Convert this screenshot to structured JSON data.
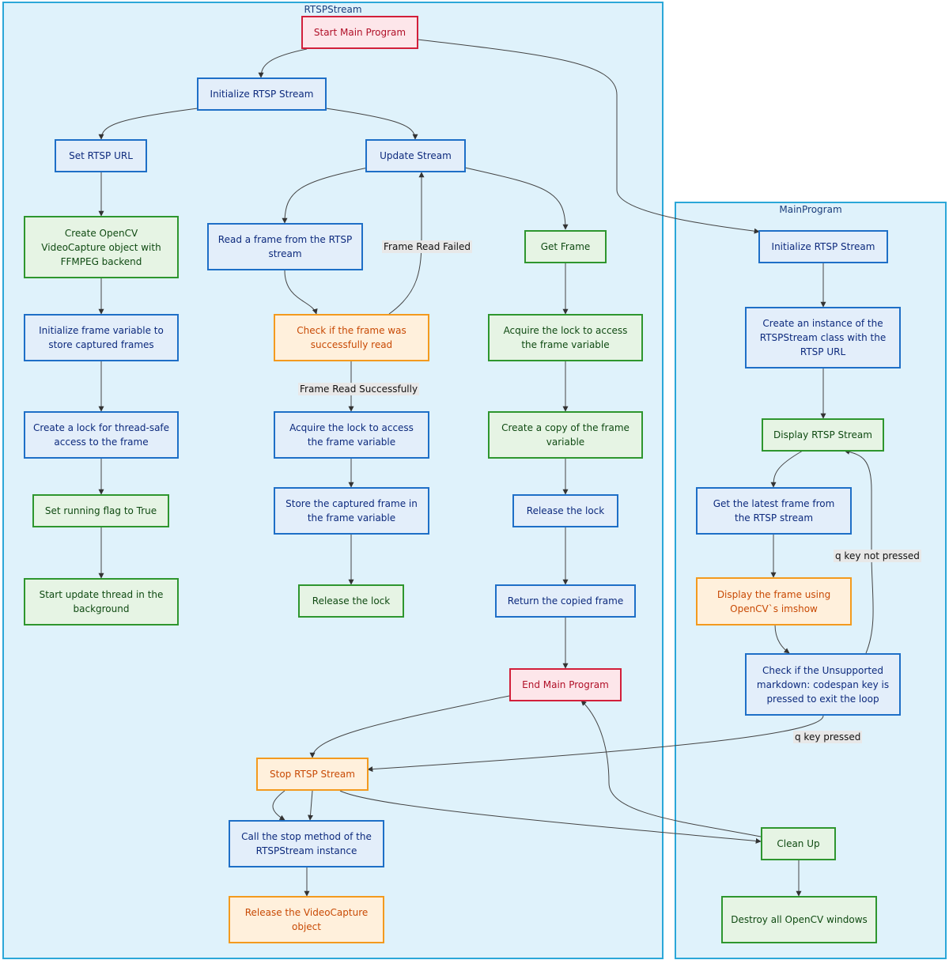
{
  "clusters": {
    "rtsp": "RTSPStream",
    "main": "MainProgram"
  },
  "nodes": {
    "start_main": "Start Main Program",
    "init_rtsp": "Initialize RTSP Stream",
    "set_url": "Set RTSP URL",
    "update_stream": "Update Stream",
    "create_capture": "Create OpenCV VideoCapture object with FFMPEG backend",
    "read_frame": "Read a frame from the RTSP stream",
    "get_frame": "Get Frame",
    "init_frame_var": "Initialize frame variable to store captured frames",
    "check_read": "Check if the frame was successfully read",
    "acquire_lock_get": "Acquire the lock to access the frame variable",
    "create_lock": "Create a lock for thread-safe access to the frame",
    "acquire_lock_update": "Acquire the lock to access the frame variable",
    "copy_frame": "Create a copy of the frame variable",
    "running_flag": "Set running flag to True",
    "store_frame": "Store the captured frame in the frame variable",
    "release_lock_get": "Release the lock",
    "start_thread": "Start update thread in the background",
    "release_lock_update": "Release the lock",
    "return_copy": "Return the copied frame",
    "end_main": "End Main Program",
    "stop_rtsp": "Stop RTSP Stream",
    "call_stop": "Call the stop   method of the RTSPStream instance",
    "release_capture": "Release the VideoCapture object",
    "main_init": "Initialize RTSP Stream",
    "create_instance": "Create an instance of the RTSPStream class with the RTSP URL",
    "display_stream": "Display RTSP Stream",
    "get_latest": "Get the latest frame from the RTSP stream",
    "display_frame": "Display the frame using OpenCV`s imshow",
    "check_key": "Check if the Unsupported markdown: codespan key is pressed to exit the loop",
    "clean_up": "Clean Up",
    "destroy_windows": "Destroy all OpenCV windows"
  },
  "edge_labels": {
    "read_failed": "Frame Read Failed",
    "read_success": "Frame Read Successfully",
    "q_not_pressed": "q key not pressed",
    "q_pressed": "q key pressed"
  },
  "colors": {
    "cluster_fill": "#dff2fb",
    "cluster_border": "#2ba7d8",
    "blue_node": "#1e6fc7",
    "green_node": "#2e962e",
    "orange_node": "#f39a1e",
    "red_node": "#d21f3a",
    "edge": "#333333"
  }
}
